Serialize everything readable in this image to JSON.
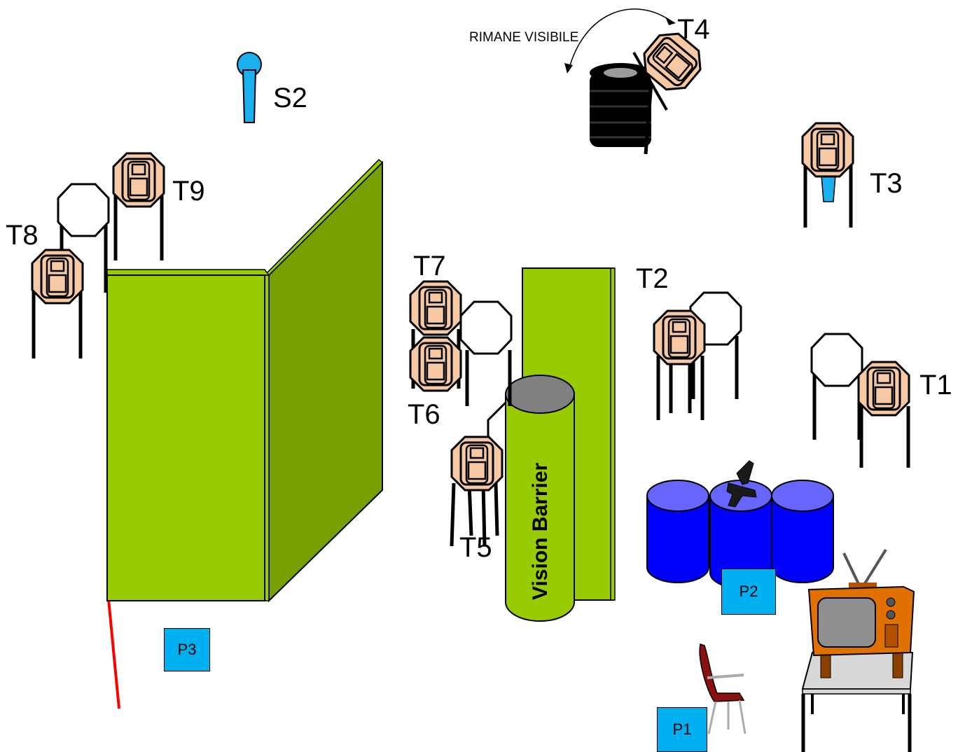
{
  "targets": {
    "t1": "T1",
    "t2": "T2",
    "t3": "T3",
    "t4": "T4",
    "t5": "T5",
    "t6": "T6",
    "t7": "T7",
    "t8": "T8",
    "t9": "T9"
  },
  "start_position": "S2",
  "positions": {
    "p1": "P1",
    "p2": "P2",
    "p3": "P3"
  },
  "vision_barrier_label": "Vision Barrier",
  "rotation_note": "RIMANE VISIBILE",
  "colors": {
    "wall_front": "#99cc00",
    "wall_side": "#77a000",
    "barrel_blue": "#3333ff",
    "position_box": "#00b0f0",
    "target_fill": "#f6c8a4",
    "start_marker": "#1ab0ef",
    "fault_line": "#ff0000"
  },
  "icons": [
    "paper-target-icon",
    "no-shoot-target-icon",
    "tire-stack-icon",
    "pistol-icon",
    "tv-icon",
    "chair-icon",
    "table-icon"
  ]
}
